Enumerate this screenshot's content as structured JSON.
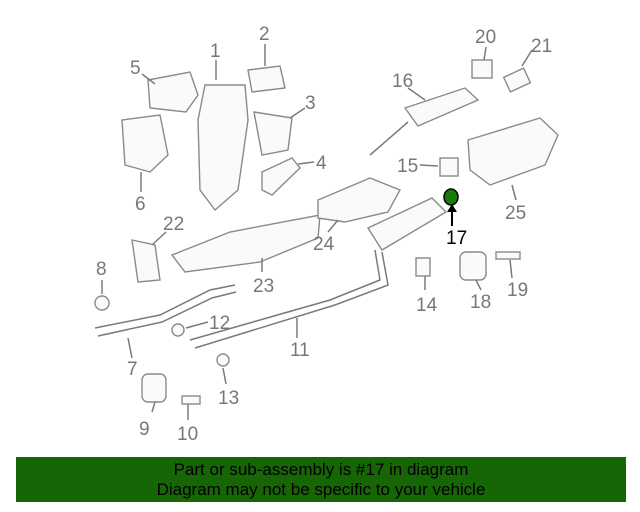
{
  "diagram": {
    "highlighted_part": "17",
    "highlight_color": "#1a7a0a",
    "labels": [
      "1",
      "2",
      "3",
      "4",
      "5",
      "6",
      "7",
      "8",
      "9",
      "10",
      "11",
      "12",
      "13",
      "14",
      "15",
      "16",
      "17",
      "18",
      "19",
      "20",
      "21",
      "22",
      "23",
      "24",
      "25"
    ]
  },
  "banner": {
    "line1": "Part or sub-assembly is #17 in diagram",
    "line2": "Diagram may not be specific to your vehicle",
    "color": "#166606"
  }
}
